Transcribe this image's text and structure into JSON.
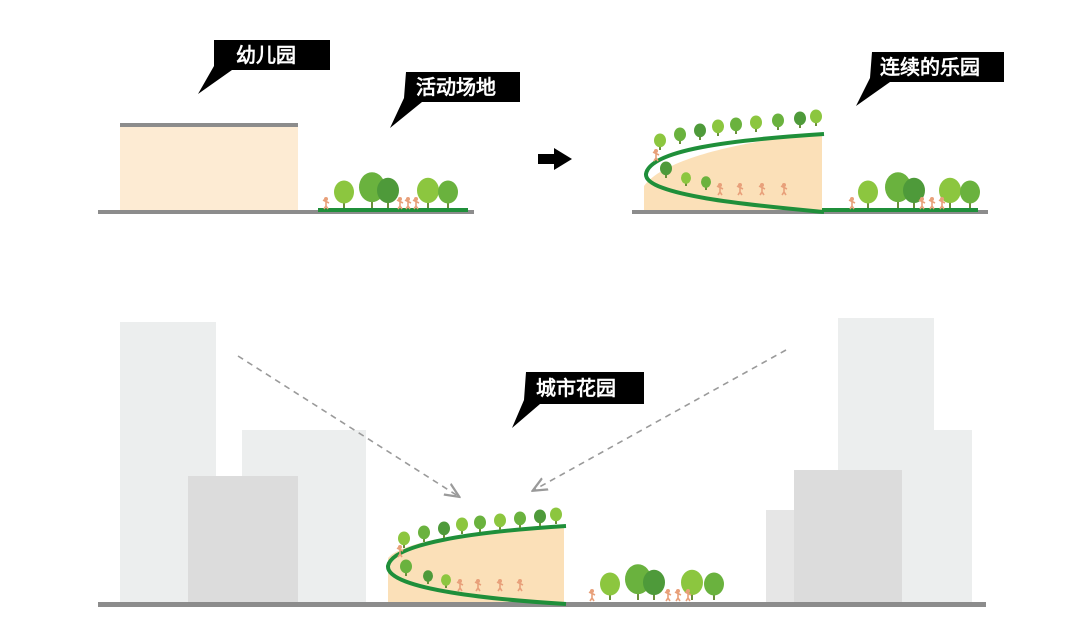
{
  "labels": {
    "kindergarten": "幼儿园",
    "activity_area": "活动场地",
    "continuous_park": "连续的乐园",
    "city_garden": "城市花园"
  },
  "arrow_symbol": "➡",
  "colors": {
    "ground": "#8c8c8c",
    "building_fill": "#fdebd3",
    "building_fill_dark": "#fbe0b8",
    "building_roof": "#8c8c8c",
    "green_line": "#1f8f3a",
    "tree_light": "#8cc63f",
    "tree_mid": "#6ab23e",
    "tree_dark": "#4e9a3a",
    "person": "#e8a07a",
    "city_block_light": "#eceeee",
    "city_block_mid": "#e3e3e3",
    "city_block_dark": "#d8d8d8",
    "callout": "#000000",
    "dashed": "#9a9a9a"
  }
}
